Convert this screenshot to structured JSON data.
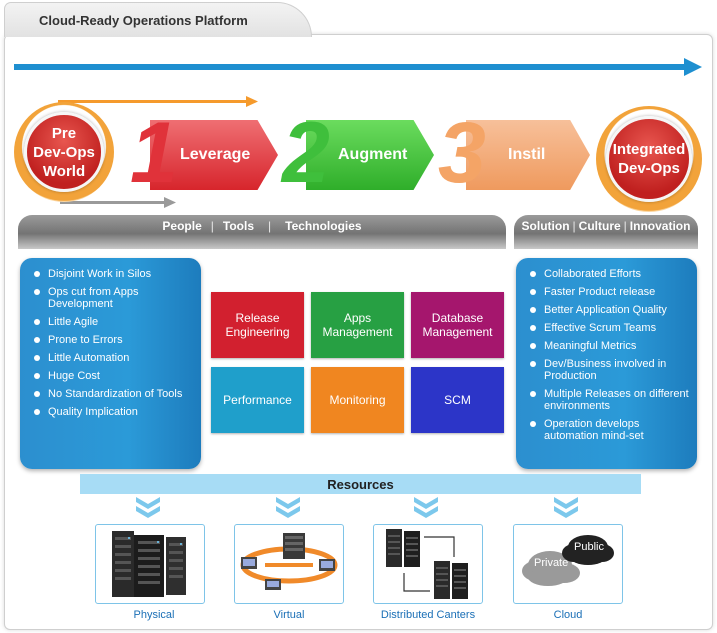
{
  "header": {
    "title": "Cloud-Ready Operations Platform"
  },
  "stages": {
    "start": {
      "line1": "Pre",
      "line2": "Dev-Ops",
      "line3": "World"
    },
    "end": {
      "line1": "Integrated",
      "line2": "Dev-Ops"
    },
    "steps": [
      {
        "number": "1",
        "label": "Leverage"
      },
      {
        "number": "2",
        "label": "Augment"
      },
      {
        "number": "3",
        "label": "Instil"
      }
    ]
  },
  "bands": {
    "left": [
      "People",
      "Tools",
      "Technologies"
    ],
    "left_seps": [
      "|",
      "|"
    ],
    "right": [
      "Solution",
      "Culture",
      "Innovation"
    ],
    "right_seps": [
      "|",
      "|"
    ]
  },
  "pre_devops_list": [
    "Disjoint Work in Silos",
    "Ops cut from Apps Development",
    "Little Agile",
    "Prone to Errors",
    "Little Automation",
    "Huge Cost",
    "No Standardization of Tools",
    "Quality Implication"
  ],
  "tiles": [
    {
      "line1": "Release",
      "line2": "Engineering",
      "color": "#d2202f"
    },
    {
      "line1": "Apps",
      "line2": "Management",
      "color": "#27a043"
    },
    {
      "line1": "Database",
      "line2": "Management",
      "color": "#a5166d"
    },
    {
      "line1": "Performance",
      "line2": "",
      "color": "#1f9fcb"
    },
    {
      "line1": "Monitoring",
      "line2": "",
      "color": "#f08620"
    },
    {
      "line1": "SCM",
      "line2": "",
      "color": "#2c35c8"
    }
  ],
  "devops_list": [
    "Collaborated Efforts",
    "Faster Product release",
    "Better Application Quality",
    "Effective Scrum Teams",
    "Meaningful Metrics",
    "Dev/Business involved in Production",
    "Multiple Releases on different environments",
    "Operation develops automation mind-set"
  ],
  "resources": {
    "title": "Resources",
    "items": [
      {
        "label": "Physical",
        "icon": "server-rack-icon"
      },
      {
        "label": "Virtual",
        "icon": "virtual-network-icon"
      },
      {
        "label": "Distributed Canters",
        "icon": "distributed-servers-icon"
      },
      {
        "label": "Cloud",
        "icon": "cloud-icon",
        "cloud_private": "Private",
        "cloud_public": "Public"
      }
    ]
  },
  "colors": {
    "timeline_arrow": "#1e8fd0",
    "stage1_num": "#e0323a",
    "stage2_num": "#3fbf3c",
    "stage3_num": "#f4a466",
    "blue_box": "#2b9ad8",
    "resources_bar": "#a7dcf5"
  }
}
